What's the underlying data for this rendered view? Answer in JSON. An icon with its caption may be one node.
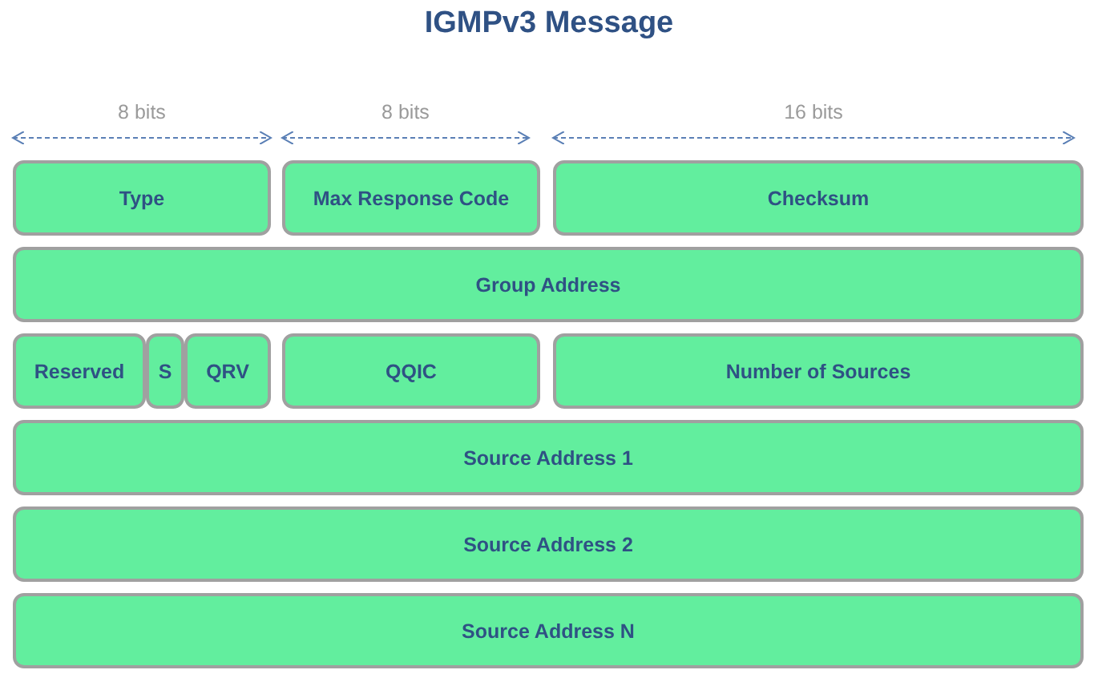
{
  "diagram": {
    "title": "IGMPv3 Message",
    "nodes": [
      {
        "text": [
          "Type"
        ]
      },
      {
        "text": [
          "Max Response Code"
        ]
      },
      {
        "text": [
          "Checksum"
        ]
      },
      {
        "text": [
          "Group Address"
        ]
      },
      {
        "text": [
          "Reserved"
        ]
      },
      {
        "text": [
          "S"
        ]
      },
      {
        "text": [
          "QRV"
        ]
      },
      {
        "text": [
          "QQIC"
        ]
      },
      {
        "text": [
          "Number of Sources"
        ]
      },
      {
        "text": [
          "Source Address 1"
        ]
      },
      {
        "text": [
          "Source Address 2"
        ]
      },
      {
        "text": [
          "Source Address N"
        ]
      }
    ],
    "labels": [
      "8 bits",
      "8 bits",
      "16 bits"
    ]
  }
}
